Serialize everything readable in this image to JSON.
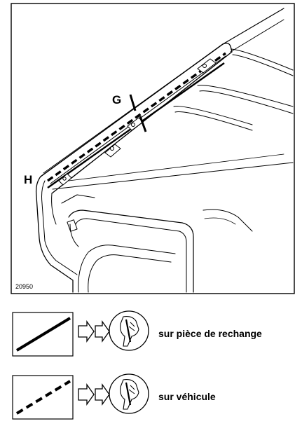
{
  "figure": {
    "reference_number": "20950",
    "callouts": {
      "g": "G",
      "h": "H"
    }
  },
  "legend": {
    "items": [
      {
        "key": "solid",
        "label": "sur pièce de rechange",
        "icon": "solid-line-icon"
      },
      {
        "key": "dashed",
        "label": "sur véhicule",
        "icon": "dashed-line-icon"
      }
    ],
    "arrow_icon": "hollow-arrow-icon",
    "action_icon": "hand-squeeze-icon"
  },
  "colors": {
    "ink": "#000000",
    "paper": "#ffffff"
  }
}
